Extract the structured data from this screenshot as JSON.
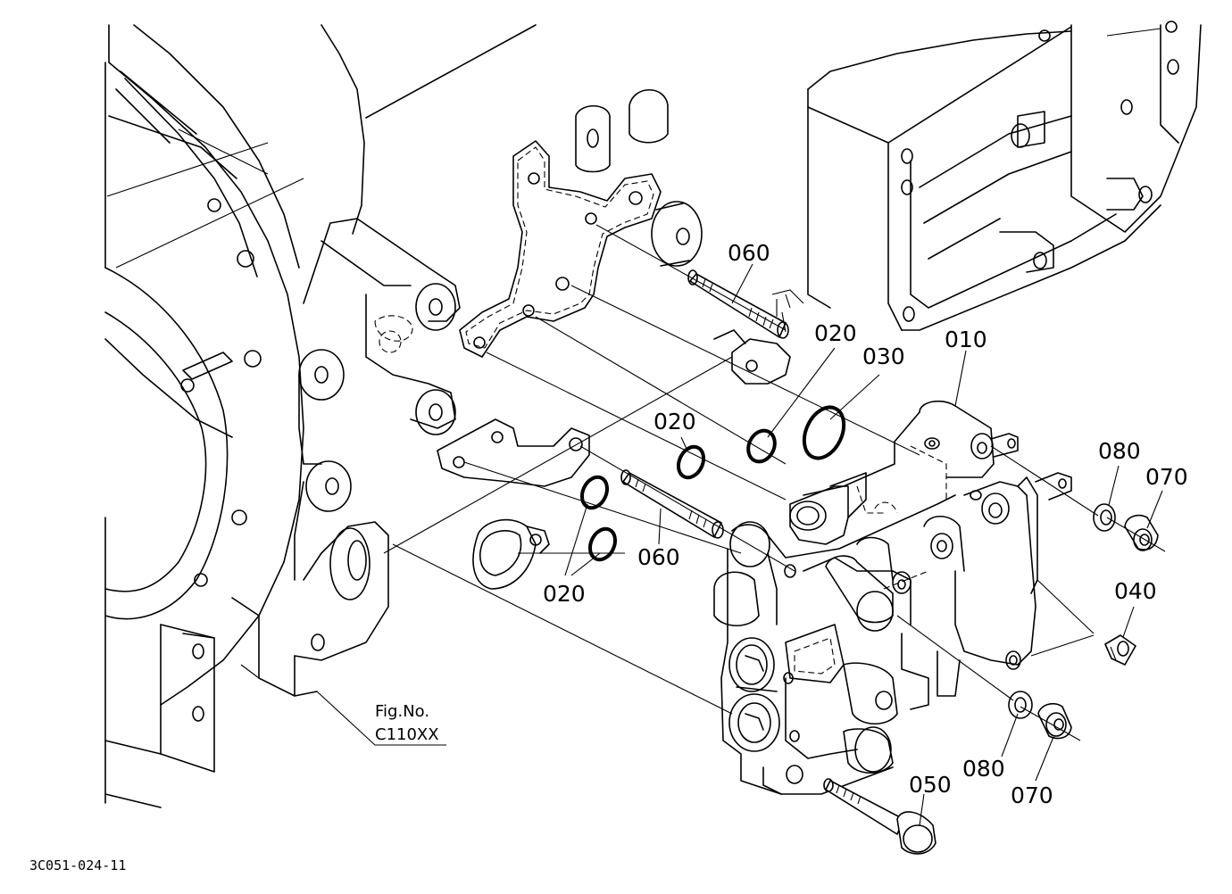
{
  "figure_code": "3C051-024-11",
  "reference": {
    "line1": "Fig.No.",
    "line2": "C110XX"
  },
  "callouts": [
    {
      "id": "c010",
      "text": "010"
    },
    {
      "id": "c020a",
      "text": "020"
    },
    {
      "id": "c020b",
      "text": "020"
    },
    {
      "id": "c020c",
      "text": "020"
    },
    {
      "id": "c030",
      "text": "030"
    },
    {
      "id": "c040",
      "text": "040"
    },
    {
      "id": "c050",
      "text": "050"
    },
    {
      "id": "c060a",
      "text": "060"
    },
    {
      "id": "c060b",
      "text": "060"
    },
    {
      "id": "c070a",
      "text": "070"
    },
    {
      "id": "c070b",
      "text": "070"
    },
    {
      "id": "c080a",
      "text": "080"
    },
    {
      "id": "c080b",
      "text": "080"
    }
  ]
}
